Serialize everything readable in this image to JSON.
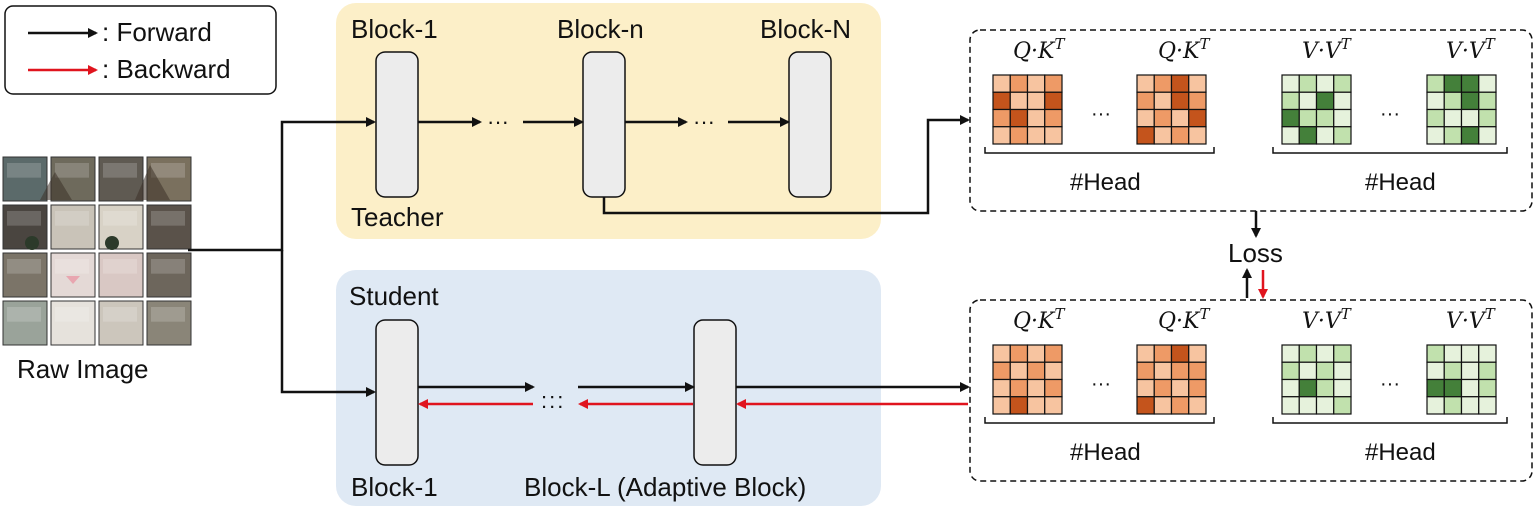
{
  "legend": {
    "forward_label": ": Forward",
    "backward_label": ": Backward"
  },
  "input": {
    "label": "Raw Image"
  },
  "teacher": {
    "label": "Teacher",
    "blocks": [
      "Block-1",
      "Block-n",
      "Block-N"
    ],
    "ellipsis": "···"
  },
  "student": {
    "label": "Student",
    "blocks": [
      "Block-1",
      "Block-L (Adaptive Block)"
    ],
    "ellipsis": ":::"
  },
  "attention": {
    "qk_label": "Q·K",
    "vv_label": "V·V",
    "superscript": "T",
    "head_label": "#Head",
    "dots": "···"
  },
  "loss": {
    "label": "Loss"
  },
  "colors": {
    "forward": "#111111",
    "backward": "#e0141e",
    "teacher_bg": "#fcefc8",
    "student_bg": "#dfe9f4",
    "block_fill": "#ececec",
    "orange": [
      "#fde8dc",
      "#f7c4a0",
      "#ee9a66",
      "#c4541c"
    ],
    "green": [
      "#e6f2dc",
      "#c1e1ad",
      "#8fc877",
      "#44803a"
    ]
  },
  "patterns": {
    "qk_teacher": [
      [
        [
          1,
          2,
          1,
          2
        ],
        [
          3,
          1,
          1,
          3
        ],
        [
          2,
          3,
          1,
          2
        ],
        [
          1,
          2,
          1,
          1
        ]
      ],
      [
        [
          1,
          2,
          3,
          1
        ],
        [
          2,
          1,
          3,
          2
        ],
        [
          1,
          2,
          1,
          3
        ],
        [
          3,
          1,
          2,
          1
        ]
      ]
    ],
    "vv_teacher": [
      [
        [
          0,
          1,
          0,
          1
        ],
        [
          1,
          0,
          3,
          0
        ],
        [
          3,
          1,
          1,
          0
        ],
        [
          0,
          3,
          0,
          1
        ]
      ],
      [
        [
          1,
          3,
          3,
          0
        ],
        [
          0,
          1,
          3,
          1
        ],
        [
          1,
          0,
          0,
          1
        ],
        [
          0,
          1,
          3,
          0
        ]
      ]
    ],
    "qk_student": [
      [
        [
          1,
          2,
          1,
          2
        ],
        [
          2,
          1,
          2,
          1
        ],
        [
          1,
          2,
          1,
          2
        ],
        [
          1,
          3,
          1,
          1
        ]
      ],
      [
        [
          1,
          2,
          3,
          1
        ],
        [
          2,
          1,
          2,
          2
        ],
        [
          1,
          2,
          1,
          2
        ],
        [
          3,
          1,
          2,
          1
        ]
      ]
    ],
    "vv_student": [
      [
        [
          0,
          1,
          0,
          1
        ],
        [
          1,
          0,
          1,
          0
        ],
        [
          0,
          3,
          1,
          0
        ],
        [
          0,
          0,
          0,
          1
        ]
      ],
      [
        [
          1,
          0,
          0,
          0
        ],
        [
          0,
          1,
          0,
          1
        ],
        [
          3,
          3,
          0,
          1
        ],
        [
          0,
          1,
          0,
          0
        ]
      ]
    ]
  }
}
